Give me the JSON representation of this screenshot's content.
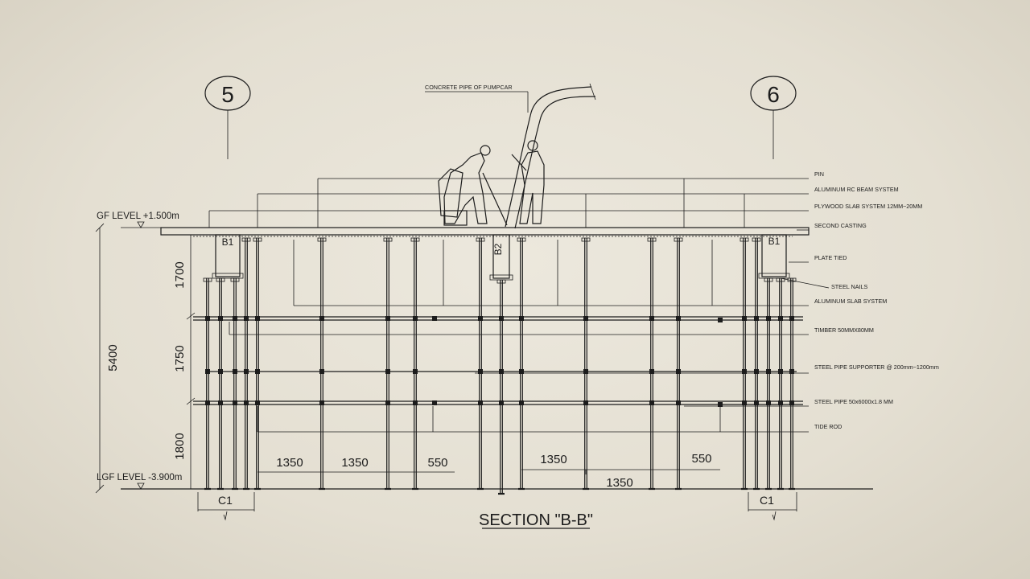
{
  "grid_markers": [
    "5",
    "6"
  ],
  "annotations": [
    "CONCRETE PIPE OF PUMPCAR",
    "PIN",
    "ALUMINUM RC BEAM SYSTEM",
    "PLYWOOD SLAB SYSTEM 12MM~20MM",
    "SECOND CASTING",
    "PLATE TIED",
    "STEEL NAILS",
    "ALUMINUM SLAB SYSTEM",
    "TIMBER 50MMX80MM",
    "STEEL PIPE SUPPORTER @ 200mm~1200mm",
    "STEEL PIPE 50x6000x1.8 MM",
    "TIDE ROD"
  ],
  "levels": {
    "gf": "GF LEVEL +1.500m",
    "lgf": "LGF LEVEL -3.900m"
  },
  "vertical_dims": {
    "total": "5400",
    "upper": "1700",
    "middle": "1750",
    "lower": "1800"
  },
  "horizontal_dims": [
    "1350",
    "1350",
    "550",
    "1350",
    "550",
    "1350"
  ],
  "beam_tags": [
    "B1",
    "B2",
    "B1"
  ],
  "column_tags": [
    "C1",
    "C1"
  ],
  "title": "SECTION \"B-B\""
}
